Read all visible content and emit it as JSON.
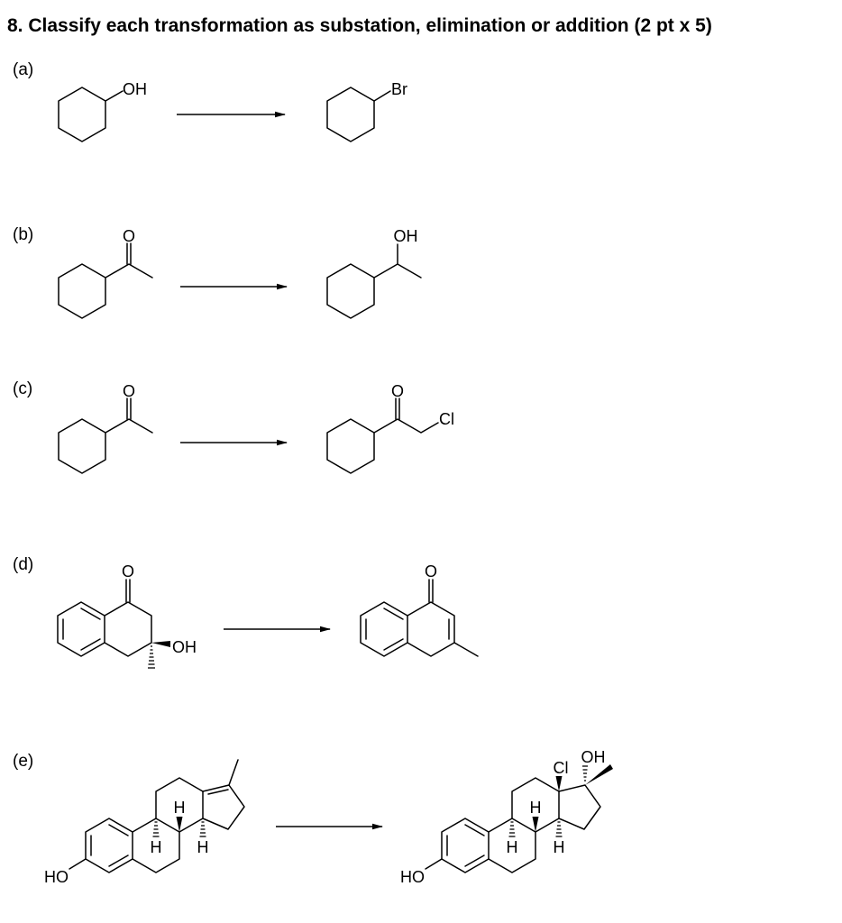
{
  "question": {
    "title": "8. Classify each transformation as substation, elimination or addition (2 pt x 5)"
  },
  "parts": [
    {
      "label": "(a)",
      "reactant": {
        "atoms": [
          "OH"
        ]
      },
      "product": {
        "atoms": [
          "Br"
        ]
      }
    },
    {
      "label": "(b)",
      "reactant": {
        "atoms": [
          "O"
        ]
      },
      "product": {
        "atoms": [
          "OH"
        ]
      }
    },
    {
      "label": "(c)",
      "reactant": {
        "atoms": [
          "O"
        ]
      },
      "product": {
        "atoms": [
          "O",
          "Cl"
        ]
      }
    },
    {
      "label": "(d)",
      "reactant": {
        "atoms": [
          "O",
          "OH"
        ]
      },
      "product": {
        "atoms": [
          "O"
        ]
      }
    },
    {
      "label": "(e)",
      "reactant": {
        "atoms": [
          "HO",
          "H",
          "H",
          "H"
        ]
      },
      "product": {
        "atoms": [
          "HO",
          "H",
          "H",
          "H",
          "Cl",
          "OH"
        ]
      }
    }
  ]
}
